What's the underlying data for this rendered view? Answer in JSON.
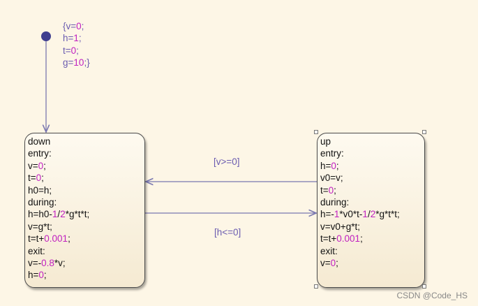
{
  "initial_action": [
    "{v=0;",
    "h=1;",
    "t=0;",
    "g=10;}"
  ],
  "states": {
    "down": {
      "lines": [
        "down",
        "entry:",
        "v=0;",
        "t=0;",
        "h0=h;",
        "during:",
        "h=h0-1/2*g*t*t;",
        "v=g*t;",
        "t=t+0.001;",
        "exit:",
        "v=-0.8*v;",
        "h=0;"
      ]
    },
    "up": {
      "lines": [
        "up",
        "entry:",
        "h=0;",
        "v0=v;",
        "t=0;",
        "during:",
        "h=-1*v0*t-1/2*g*t*t;",
        "v=v0+g*t;",
        "t=t+0.001;",
        "exit:",
        "v=0;"
      ]
    }
  },
  "transitions": {
    "up_to_down": "[v>=0]",
    "down_to_up": "[h<=0]"
  },
  "watermark": "CSDN @Code_HS",
  "colors": {
    "background": "#fdf6e6",
    "transition": "#7a78b0",
    "number": "#c020c0",
    "default_dot": "#3f3f8f"
  }
}
